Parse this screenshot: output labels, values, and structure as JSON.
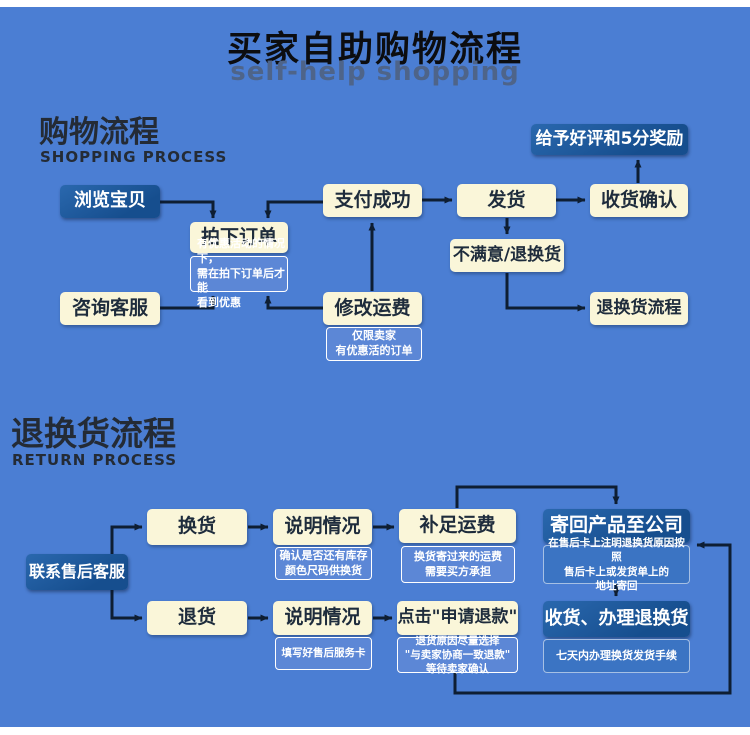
{
  "header": {
    "title": "买家自助购物流程",
    "subtitle": "self-help shopping"
  },
  "colors": {
    "background_blue": "#4b7ed3",
    "box_cream": "#faf6d9",
    "box_dark_blue": "#164e8e",
    "note_light_blue": "#5c87d6",
    "note_mid_blue": "#3b74c3",
    "arrow": "#0e1e33",
    "title_black": "#0c0d10",
    "subtitle_gray_blue": "#4e6489"
  },
  "shopping_flow": {
    "heading": "购物流程",
    "heading_en": "SHOPPING PROCESS",
    "nodes": {
      "browse": "浏览宝贝",
      "consult": "咨询客服",
      "place_order": "拍下订单",
      "place_order_note": "有优惠活动的情况下，\n需在拍下订单后才能\n看到优惠",
      "pay_success": "支付成功",
      "modify_freight": "修改运费",
      "modify_freight_note": "仅限卖家\n有优惠活的订单",
      "ship": "发货",
      "unsatisfied": "不满意/退换货",
      "praise": "给予好评和5分奖励",
      "confirm_receipt": "收货确认",
      "return_entry": "退换货流程"
    }
  },
  "return_flow": {
    "heading": "退换货流程",
    "heading_en": "RETURN PROCESS",
    "nodes": {
      "contact": "联系售后客服",
      "exchange": "换货",
      "explain_exchange": "说明情况",
      "explain_exchange_note": "确认是否还有库存\n颜色尺码供换货",
      "topup_freight": "补足运费",
      "topup_freight_note": "换货寄过来的运费\n需要买方承担",
      "send_back": "寄回产品至公司",
      "send_back_note": "在售后卡上注明退换货原因按照\n售后卡上或发货单上的\n地址寄回",
      "return_goods": "退货",
      "explain_return": "说明情况",
      "explain_return_note": "填写好售后服务卡",
      "apply_refund": "点击\"申请退款\"",
      "apply_refund_note": "退货原因尽量选择\n\"与卖家协商一致退款\"\n等待卖家确认",
      "receive_handle": "收货、办理退换货",
      "receive_handle_note": "七天内办理换货发货手续"
    }
  }
}
